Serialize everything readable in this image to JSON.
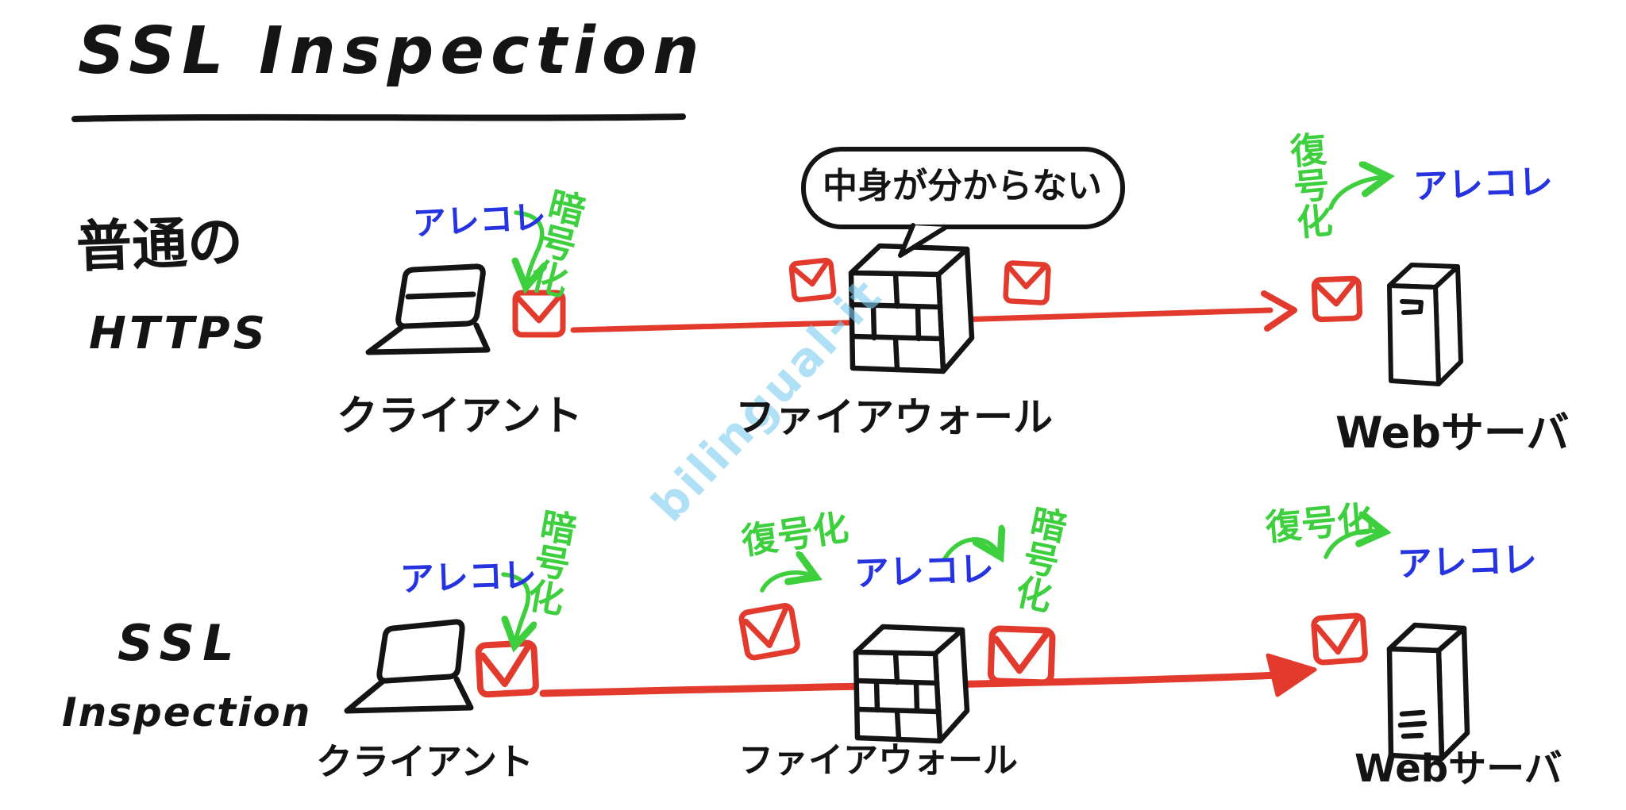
{
  "title": "SSL Inspection",
  "watermark": "bilingual-it",
  "colors": {
    "ink": "#141414",
    "red": "#e23b2e",
    "green": "#3ecf3e",
    "blue": "#2633e0",
    "watermark": "#7acbee"
  },
  "rows": {
    "https": {
      "label_line1": "普通の",
      "label_line2": "HTTPS",
      "client": "クライアント",
      "firewall": "ファイアウォール",
      "server": "Webサーバ",
      "bubble": "中身が分からない",
      "client_note": {
        "payload": "アレコレ",
        "action": "暗号化"
      },
      "server_note": {
        "action": "復号化",
        "payload": "アレコレ"
      }
    },
    "ssl": {
      "label_line1": "SSL",
      "label_line2": "Inspection",
      "client": "クライアント",
      "firewall": "ファイアウォール",
      "server": "Webサーバ",
      "client_note": {
        "payload": "アレコレ",
        "action": "暗号化"
      },
      "firewall_note": {
        "decrypt": "復号化",
        "payload": "アレコレ",
        "encrypt": "暗号化"
      },
      "server_note": {
        "action": "復号化",
        "payload": "アレコレ"
      }
    }
  }
}
